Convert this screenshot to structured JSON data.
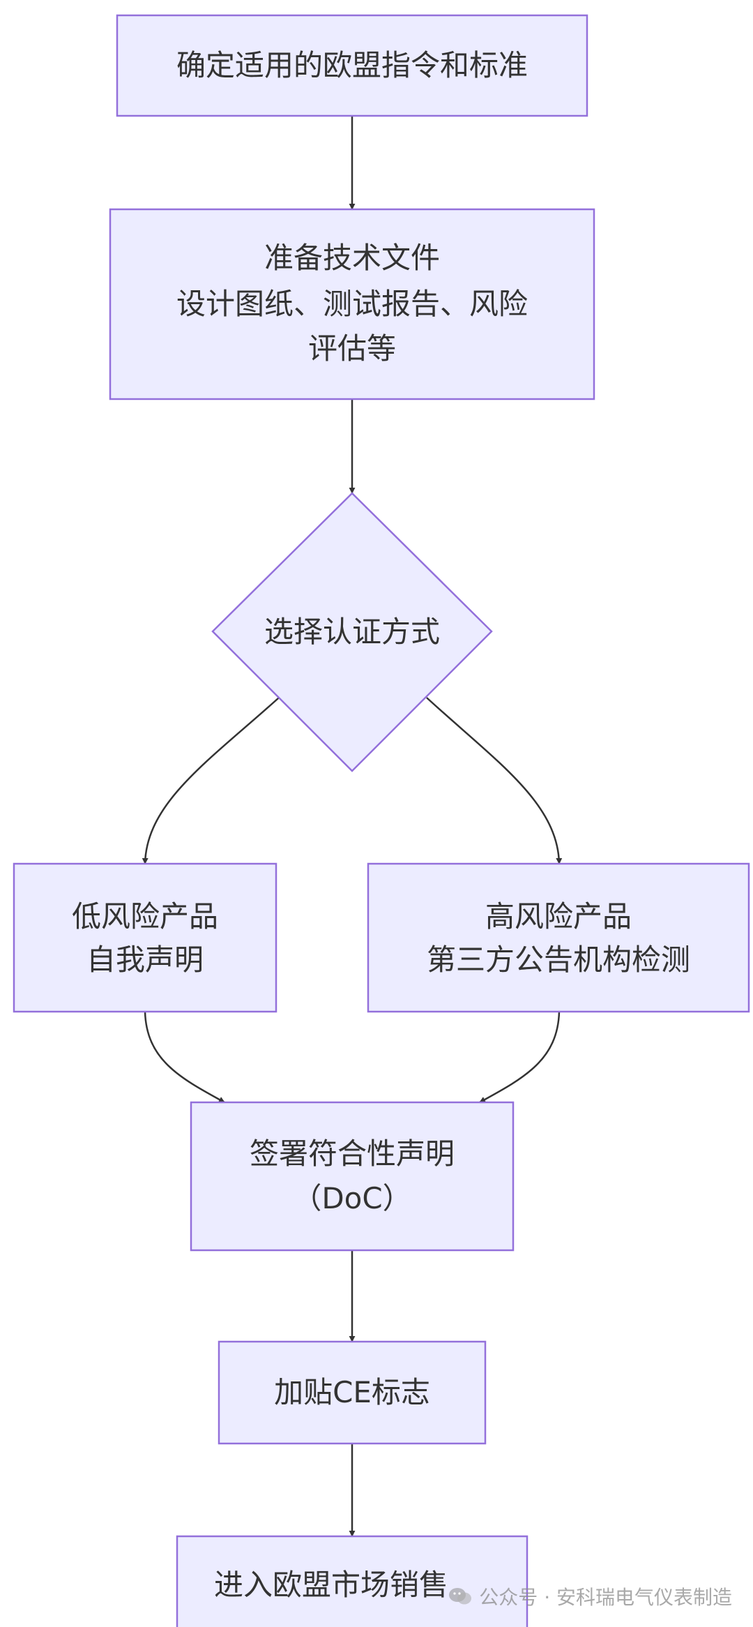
{
  "colors": {
    "node_fill": "#ececff",
    "node_stroke": "#9370db",
    "edge": "#333333",
    "text": "#333333"
  },
  "nodes": {
    "n1": [
      "确定适用的欧盟指令和标准"
    ],
    "n2": [
      "准备技术文件",
      "设计图纸、测试报告、风险",
      "评估等"
    ],
    "n3": [
      "选择认证方式"
    ],
    "n4": [
      "低风险产品",
      "自我声明"
    ],
    "n5": [
      "高风险产品",
      "第三方公告机构检测"
    ],
    "n6": [
      "签署符合性声明",
      "（DoC）"
    ],
    "n7": [
      "加贴CE标志"
    ],
    "n8": [
      "进入欧盟市场销售"
    ]
  },
  "watermark": {
    "icon": "wechat-icon",
    "text": "公众号 · 安科瑞电气仪表制造"
  }
}
